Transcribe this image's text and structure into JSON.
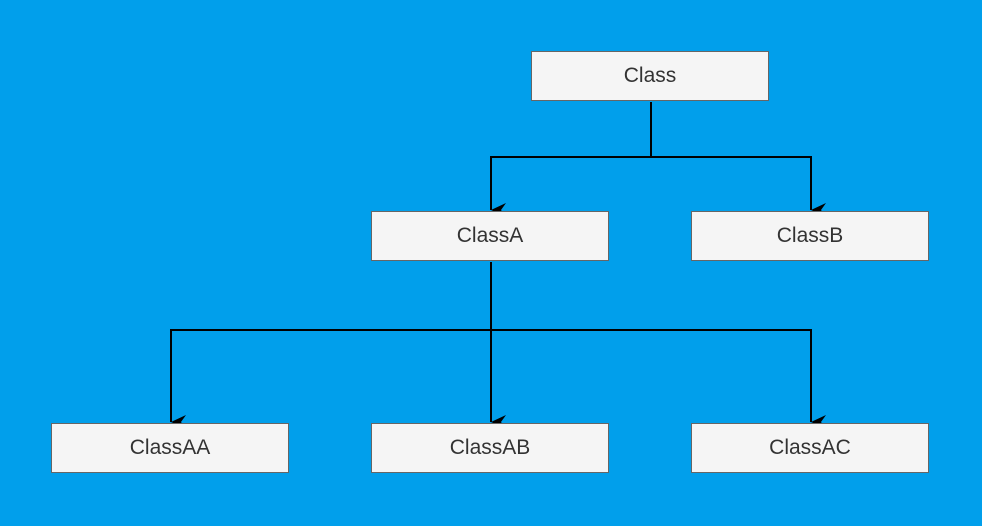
{
  "diagram": {
    "background_color": "#019FEB",
    "node_fill": "#F5F5F5",
    "node_border": "#666666",
    "connector_color": "#000000",
    "nodes": {
      "class": "Class",
      "class_a": "ClassA",
      "class_b": "ClassB",
      "class_aa": "ClassAA",
      "class_ab": "ClassAB",
      "class_ac": "ClassAC"
    },
    "edges": [
      {
        "from": "Class",
        "to": "ClassA"
      },
      {
        "from": "Class",
        "to": "ClassB"
      },
      {
        "from": "ClassA",
        "to": "ClassAA"
      },
      {
        "from": "ClassA",
        "to": "ClassAB"
      },
      {
        "from": "ClassA",
        "to": "ClassAC"
      }
    ]
  }
}
